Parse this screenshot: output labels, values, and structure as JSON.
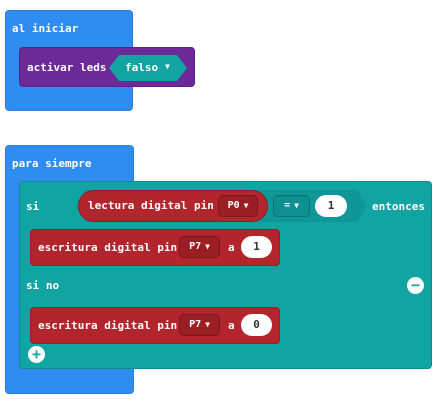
{
  "on_start": {
    "label": "al iniciar",
    "statement": {
      "label": "activar leds",
      "value": "falso"
    }
  },
  "forever": {
    "label": "para siempre",
    "if_block": {
      "if_label": "si",
      "then_label": "entonces",
      "else_label": "si no",
      "condition": {
        "reporter_label": "lectura digital pin",
        "pin": "P0",
        "operator": "=",
        "compare_value": "1"
      },
      "then_statement": {
        "label": "escritura digital pin",
        "pin": "P7",
        "to_label": "a",
        "value": "1"
      },
      "else_statement": {
        "label": "escritura digital pin",
        "pin": "P7",
        "to_label": "a",
        "value": "0"
      }
    }
  },
  "icons": {
    "remove_else": "minus-circle-icon",
    "add_else": "plus-circle-icon",
    "dropdown": "triangle-down-icon"
  }
}
